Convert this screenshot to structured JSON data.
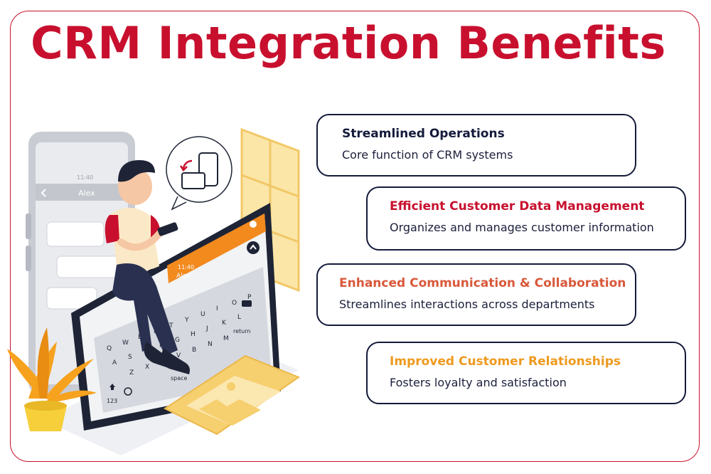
{
  "title": "CRM Integration Benefits",
  "colors": {
    "title": "#c8102e",
    "frame_border": "#c8102e",
    "card_border": "#141a3a",
    "description_text": "#1b1f3b"
  },
  "benefits": [
    {
      "heading": "Streamlined Operations",
      "description": "Core function of CRM systems",
      "color": "#141a3a"
    },
    {
      "heading": "Efficient Customer Data Management",
      "description": "Organizes and manages customer information",
      "color": "#c8102e"
    },
    {
      "heading": "Enhanced Communication & Collaboration",
      "description": "Streamlines interactions across departments",
      "color": "#d9583a"
    },
    {
      "heading": "Improved Customer Relationships",
      "description": "Fosters loyalty and satisfaction",
      "color": "#ee9a1e"
    }
  ],
  "illustration": {
    "back_phone": {
      "time": "11:40",
      "contact": "Alex"
    },
    "front_phone": {
      "time": "11:40",
      "contact": "Alex",
      "keyboard_rows": [
        [
          "Q",
          "W",
          "E",
          "R",
          "T",
          "Y",
          "U",
          "I",
          "O",
          "P"
        ],
        [
          "A",
          "S",
          "D",
          "F",
          "G",
          "H",
          "J",
          "K",
          "L"
        ],
        [
          "Z",
          "X",
          "C",
          "V",
          "B",
          "N",
          "M"
        ]
      ],
      "return_key": "return",
      "space_key": "space",
      "numbers_key": "123"
    },
    "icons": [
      "phone-rotate-icon",
      "arrow-up-icon",
      "back-arrow-icon",
      "settings-icon",
      "globe-icon",
      "shift-icon",
      "backspace-icon",
      "image-icon"
    ]
  }
}
